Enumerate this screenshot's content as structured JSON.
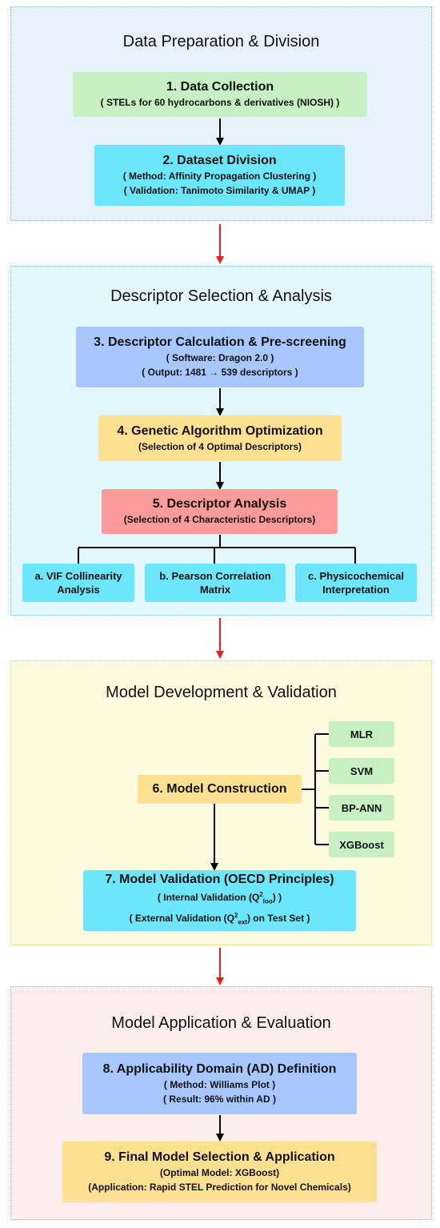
{
  "sections": [
    {
      "title": "Data Preparation & Division"
    },
    {
      "title": "Descriptor Selection & Analysis"
    },
    {
      "title": "Model Development & Validation"
    },
    {
      "title": "Model Application & Evaluation"
    }
  ],
  "steps": {
    "s1": {
      "title": "1. Data Collection",
      "lines": [
        "( STELs for 60 hydrocarbons & derivatives (NIOSH) )"
      ]
    },
    "s2": {
      "title": "2. Dataset Division",
      "lines": [
        "( Method: Affinity Propagation Clustering )",
        "( Validation: Tanimoto Similarity & UMAP )"
      ]
    },
    "s3": {
      "title": "3. Descriptor Calculation & Pre-screening",
      "lines": [
        "( Software: Dragon 2.0 )",
        "( Output: 1481 → 539 descriptors )"
      ]
    },
    "s4": {
      "title": "4. Genetic Algorithm Optimization",
      "lines": [
        "(Selection of 4 Optimal Descriptors)"
      ]
    },
    "s5": {
      "title": "5. Descriptor Analysis",
      "lines": [
        "(Selection of 4 Characteristic Descriptors)"
      ]
    },
    "s5a": {
      "line1": "a. VIF Collinearity",
      "line2": "Analysis"
    },
    "s5b": {
      "line1": "b. Pearson Correlation",
      "line2": "Matrix"
    },
    "s5c": {
      "line1": "c. Physicochemical",
      "line2": "Interpretation"
    },
    "s6": {
      "title": "6. Model Construction"
    },
    "models": [
      "MLR",
      "SVM",
      "BP-ANN",
      "XGBoost"
    ],
    "s7": {
      "title": "7.  Model Validation (OECD Principles)",
      "line1_pre": "( Internal Validation (Q",
      "line1_sup": "2",
      "line1_sub": "loo",
      "line1_post": ") )",
      "line2_pre": "( External Validation (Q",
      "line2_sup": "2",
      "line2_sub": "ext",
      "line2_post": ") on Test Set )"
    },
    "s8": {
      "title": "8. Applicability Domain (AD) Definition",
      "lines": [
        "( Method: Williams Plot )",
        "( Result: 96% within AD )"
      ]
    },
    "s9": {
      "title": "9. Final Model Selection & Application",
      "lines": [
        "(Optimal Model: XGBoost)",
        "(Application: Rapid STEL Prediction for Novel Chemicals)"
      ]
    }
  }
}
